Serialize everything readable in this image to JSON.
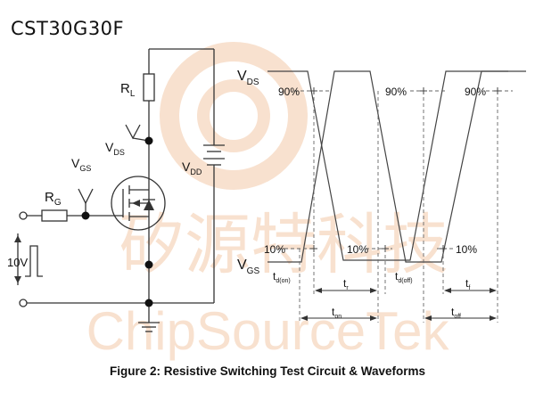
{
  "part_number": "CST30G30F",
  "caption": "Figure 2: Resistive Switching Test Circuit & Waveforms",
  "watermark": {
    "chinese": "矽源特科技",
    "latin": "ChipSourceTek",
    "color": "#f3c9a8"
  },
  "circuit": {
    "rl": {
      "main": "R",
      "sub": "L"
    },
    "rg": {
      "main": "R",
      "sub": "G"
    },
    "vds": {
      "main": "V",
      "sub": "DS"
    },
    "vgs": {
      "main": "V",
      "sub": "GS"
    },
    "vdd": {
      "main": "V",
      "sub": "DD"
    },
    "pulse_amplitude": "10V"
  },
  "waveform": {
    "vds_label": {
      "main": "V",
      "sub": "DS"
    },
    "vgs_label": {
      "main": "V",
      "sub": "GS"
    },
    "pct90": "90%",
    "pct10": "10%",
    "td_on": {
      "main": "t",
      "sub": "d(on)"
    },
    "tr": {
      "main": "t",
      "sub": "r"
    },
    "td_off": {
      "main": "t",
      "sub": "d(off)"
    },
    "tf": {
      "main": "t",
      "sub": "f"
    },
    "ton": {
      "main": "t",
      "sub": "on"
    },
    "toff": {
      "main": "t",
      "sub": "off"
    }
  },
  "colors": {
    "line": "#333333",
    "dash": "#666666"
  }
}
